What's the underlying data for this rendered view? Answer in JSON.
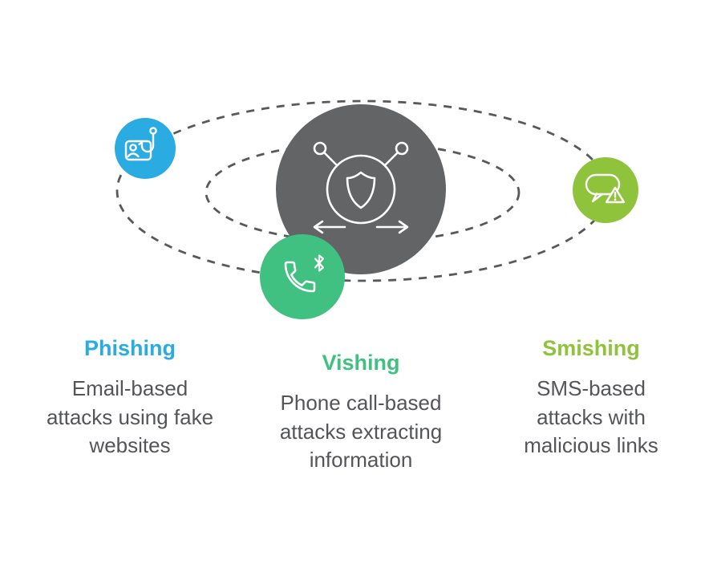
{
  "diagram": {
    "orbits": {
      "stroke": "#58595b",
      "pattern": "dashed",
      "count": 2
    },
    "center": {
      "icon": "shield-network-icon",
      "color": "#636466"
    },
    "items": [
      {
        "id": "phishing",
        "label": "Phishing",
        "description": "Email-based\nattacks using fake\nwebsites",
        "color": "#2aabe2",
        "icon": "id-card-fishhook-icon"
      },
      {
        "id": "vishing",
        "label": "Vishing",
        "description": "Phone call-based\nattacks extracting\ninformation",
        "color": "#41c181",
        "icon": "phone-bluetooth-icon"
      },
      {
        "id": "smishing",
        "label": "Smishing",
        "description": "SMS-based\nattacks with\nmalicious links",
        "color": "#8fc33c",
        "icon": "chat-warning-icon"
      }
    ]
  }
}
